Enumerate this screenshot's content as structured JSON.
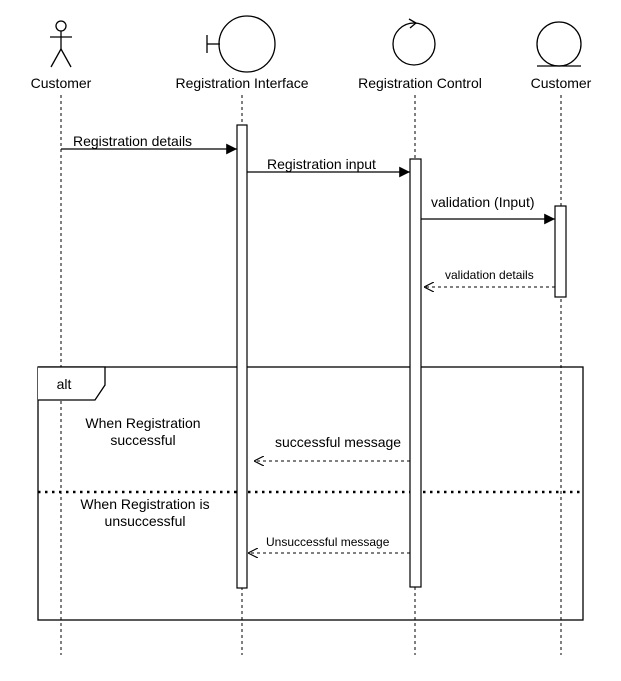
{
  "participants": [
    {
      "name": "Customer",
      "kind": "actor"
    },
    {
      "name": "Registration Interface",
      "kind": "boundary"
    },
    {
      "name": "Registration Control",
      "kind": "control"
    },
    {
      "name": "Customer",
      "kind": "entity"
    }
  ],
  "messages": [
    {
      "text": "Registration details",
      "style": "sync"
    },
    {
      "text": "Registration input",
      "style": "sync"
    },
    {
      "text": "validation (Input)",
      "style": "sync"
    },
    {
      "text": "validation details",
      "style": "return"
    },
    {
      "text": "successful message",
      "style": "return"
    },
    {
      "text": "Unsuccessful message",
      "style": "return"
    }
  ],
  "fragment": {
    "operator": "alt",
    "guards": [
      {
        "line1": "When Registration",
        "line2": "successful"
      },
      {
        "line1": "When Registration is",
        "line2": "unsuccessful"
      }
    ]
  },
  "icons": [
    "actor-icon",
    "boundary-icon",
    "control-icon",
    "entity-icon"
  ]
}
